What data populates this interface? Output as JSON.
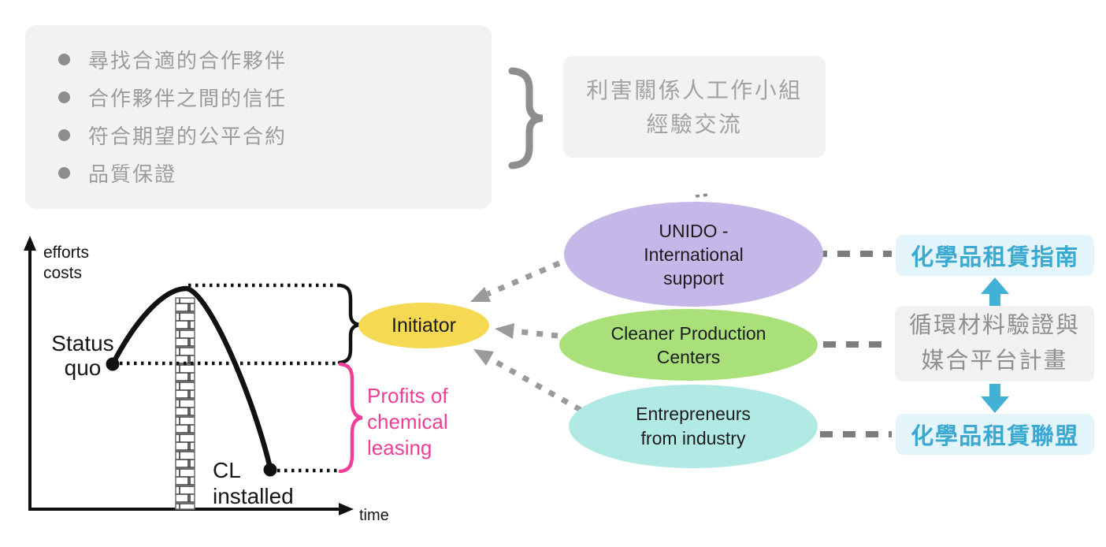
{
  "challenges": {
    "items": [
      "尋找合適的合作夥伴",
      "合作夥伴之間的信任",
      "符合期望的公平合約",
      "品質保證"
    ]
  },
  "stakeholder": {
    "lines": [
      "利害關係人工作小組",
      "經驗交流"
    ]
  },
  "chart": {
    "ylabel_lines": [
      "efforts",
      "costs"
    ],
    "xlabel": "time",
    "status_lines": [
      "Status",
      "quo"
    ],
    "cl_lines": [
      "CL",
      "installed"
    ],
    "profits_lines": [
      "Profits of",
      "chemical",
      "leasing"
    ]
  },
  "chart_data": {
    "type": "line",
    "xlabel": "time",
    "ylabel": "efforts costs",
    "annotations": [
      "Status quo",
      "CL installed",
      "Profits of chemical leasing"
    ],
    "description": "Conceptual curve: effort/costs rise from the Status quo point to a peak at a barrier (brick wall), then drop below the starting level once CL is installed; the span from status-quo level to the peak is braced to the Initiator, the span from status-quo level down to the CL-installed level is braced as Profits of chemical leasing."
  },
  "initiator": {
    "label": "Initiator",
    "color": "#f5d952"
  },
  "sources": [
    {
      "lines": [
        "UNIDO -",
        "International",
        "support"
      ],
      "color": "#c5b7e8"
    },
    {
      "lines": [
        "Cleaner Production",
        "Centers"
      ],
      "color": "#a9e07a"
    },
    {
      "lines": [
        "Entrepreneurs",
        "from industry"
      ],
      "color": "#b1e9e4"
    }
  ],
  "outputs": {
    "guide": "化學品租賃指南",
    "program_lines": [
      "循環材料驗證與",
      "媒合平台計畫"
    ],
    "alliance": "化學品租賃聯盟",
    "accent": "#39a9d2",
    "pink": "#ee3e96"
  }
}
